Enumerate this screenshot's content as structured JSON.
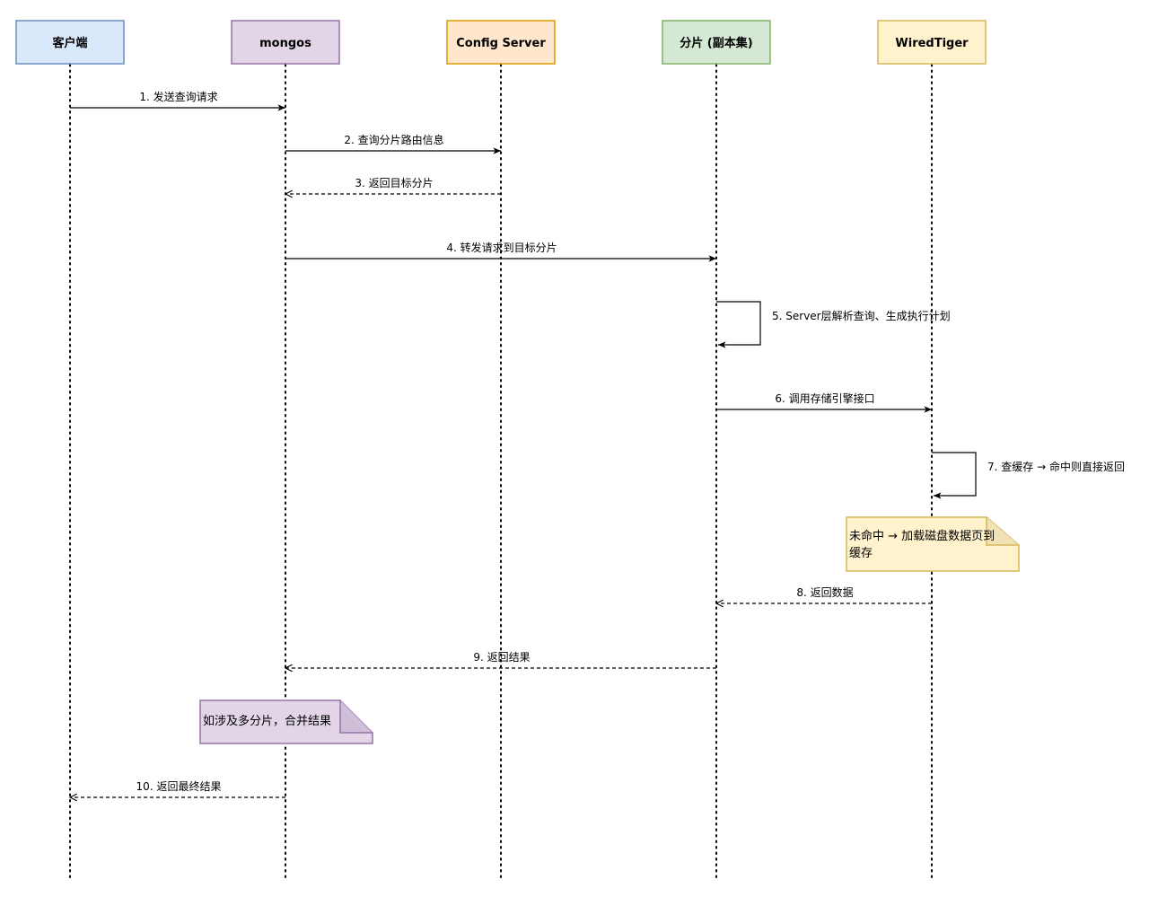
{
  "participants": [
    {
      "id": "client",
      "label": "客户端",
      "fill": "#dae8fc",
      "stroke": "#6c8ebf"
    },
    {
      "id": "mongos",
      "label": "mongos",
      "fill": "#e1d5e7",
      "stroke": "#9673a6"
    },
    {
      "id": "config",
      "label": "Config Server",
      "fill": "#ffe6cc",
      "stroke": "#d79b00"
    },
    {
      "id": "shard",
      "label": "分片 (副本集)",
      "fill": "#d5e8d4",
      "stroke": "#82b366"
    },
    {
      "id": "wt",
      "label": "WiredTiger",
      "fill": "#fff2cc",
      "stroke": "#d6b656"
    }
  ],
  "messages": [
    {
      "label": "1. 发送查询请求",
      "from": "client",
      "to": "mongos",
      "style": "solid"
    },
    {
      "label": "2. 查询分片路由信息",
      "from": "mongos",
      "to": "config",
      "style": "solid"
    },
    {
      "label": "3. 返回目标分片",
      "from": "config",
      "to": "mongos",
      "style": "dashed"
    },
    {
      "label": "4. 转发请求到目标分片",
      "from": "mongos",
      "to": "shard",
      "style": "solid"
    },
    {
      "label": "5. Server层解析查询、生成执行计划",
      "from": "shard",
      "to": "shard",
      "style": "self"
    },
    {
      "label": "6. 调用存储引擎接口",
      "from": "shard",
      "to": "wt",
      "style": "solid"
    },
    {
      "label": "7. 查缓存 → 命中则直接返回",
      "from": "wt",
      "to": "wt",
      "style": "self"
    },
    {
      "label": "8. 返回数据",
      "from": "wt",
      "to": "shard",
      "style": "dashed"
    },
    {
      "label": "9. 返回结果",
      "from": "shard",
      "to": "mongos",
      "style": "dashed"
    },
    {
      "label": "10. 返回最终结果",
      "from": "mongos",
      "to": "client",
      "style": "dashed"
    }
  ],
  "notes": [
    {
      "lines": [
        "未命中 → 加载磁盘数据页到",
        "缓存"
      ],
      "fill": "#fff2cc",
      "stroke": "#d6b656"
    },
    {
      "lines": [
        "如涉及多分片，合并结果"
      ],
      "fill": "#e1d5e7",
      "stroke": "#9673a6"
    }
  ]
}
